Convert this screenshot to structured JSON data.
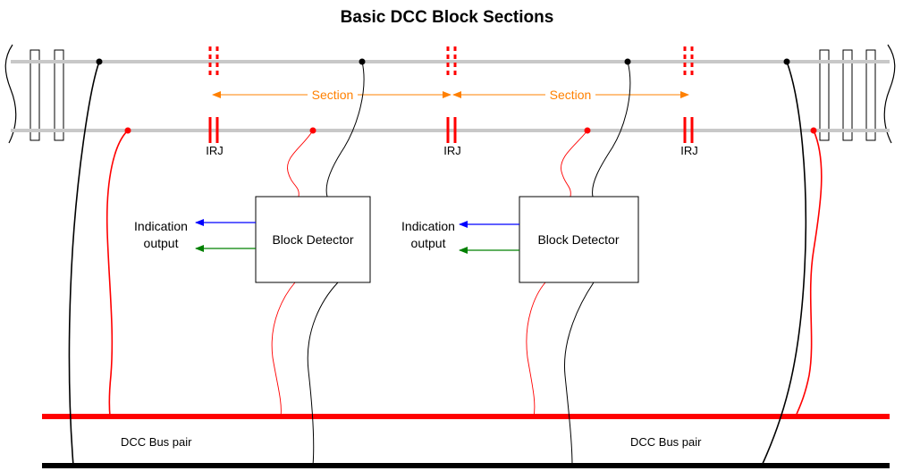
{
  "title": "Basic DCC Block Sections",
  "section_label": "Section",
  "irj_label": "IRJ",
  "detector_label": "Block Detector",
  "indication_line1": "Indication",
  "indication_line2": "output",
  "bus_label": "DCC Bus pair",
  "colors": {
    "rail": "#c8c8c8",
    "red_wire": "#ff0000",
    "black_wire": "#000000",
    "section_arrow": "#ff8000",
    "indication_blue": "#0000ff",
    "indication_green": "#008000"
  }
}
